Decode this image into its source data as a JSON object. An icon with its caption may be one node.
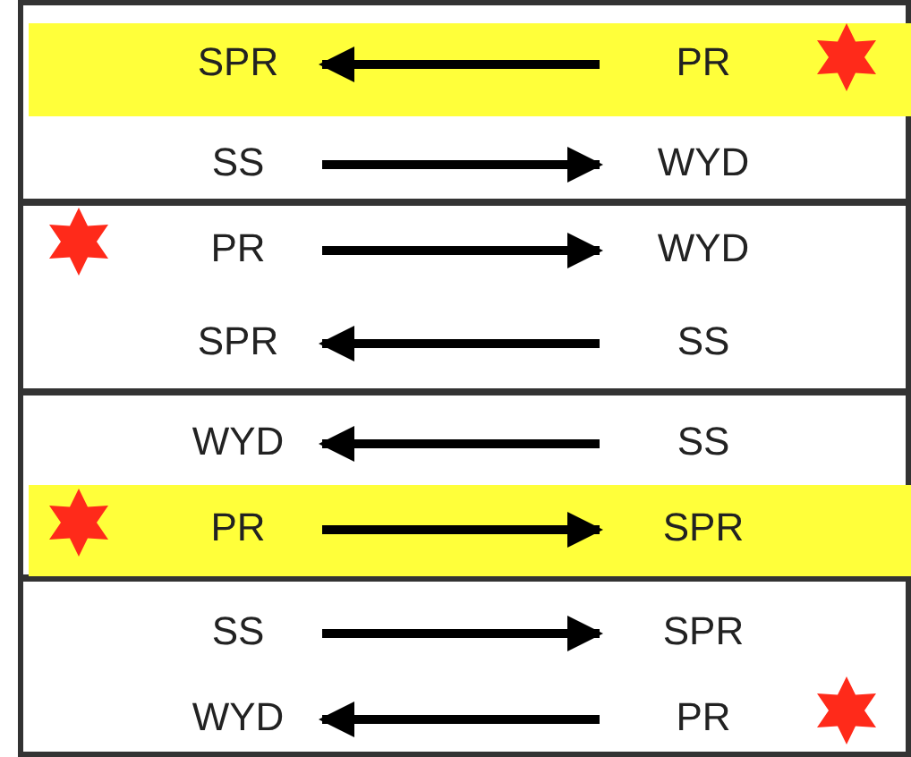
{
  "diagram": {
    "nodes": [
      {
        "text": [],
        "shape": "box"
      },
      {
        "text": [],
        "shape": "bar",
        "in": 0
      },
      {
        "text": [
          "SPR"
        ],
        "in": 1
      },
      {
        "text": [
          "PR"
        ],
        "in": 1
      },
      {
        "text": [
          "SS"
        ],
        "in": 0
      },
      {
        "text": [
          "WYD"
        ],
        "in": 0
      },
      {
        "text": [],
        "shape": "box"
      },
      {
        "text": [
          "PR"
        ],
        "in": 6
      },
      {
        "text": [
          "WYD"
        ],
        "in": 6
      },
      {
        "text": [
          "SPR"
        ],
        "in": 6
      },
      {
        "text": [
          "SS"
        ],
        "in": 6
      },
      {
        "text": [],
        "shape": "box"
      },
      {
        "text": [
          "WYD"
        ],
        "in": 11
      },
      {
        "text": [
          "SS"
        ],
        "in": 11
      },
      {
        "text": [],
        "shape": "bar",
        "in": 11
      },
      {
        "text": [
          "PR"
        ],
        "in": 14
      },
      {
        "text": [
          "SPR"
        ],
        "in": 14
      },
      {
        "text": [],
        "shape": "box"
      },
      {
        "text": [
          "SS"
        ],
        "in": 17
      },
      {
        "text": [
          "SPR"
        ],
        "in": 17
      },
      {
        "text": [
          "WYD"
        ],
        "in": 17
      },
      {
        "text": [
          "PR"
        ],
        "in": 17
      }
    ],
    "edges": [
      {
        "from": 3,
        "to": 2,
        "arrow": "to"
      },
      {
        "from": 4,
        "to": 5,
        "arrow": "to"
      },
      {
        "from": 7,
        "to": 8,
        "arrow": "to"
      },
      {
        "from": 10,
        "to": 9,
        "arrow": "to"
      },
      {
        "from": 13,
        "to": 12,
        "arrow": "to"
      },
      {
        "from": 15,
        "to": 16,
        "arrow": "to"
      },
      {
        "from": 18,
        "to": 19,
        "arrow": "to"
      },
      {
        "from": 21,
        "to": 20,
        "arrow": "to"
      }
    ]
  }
}
